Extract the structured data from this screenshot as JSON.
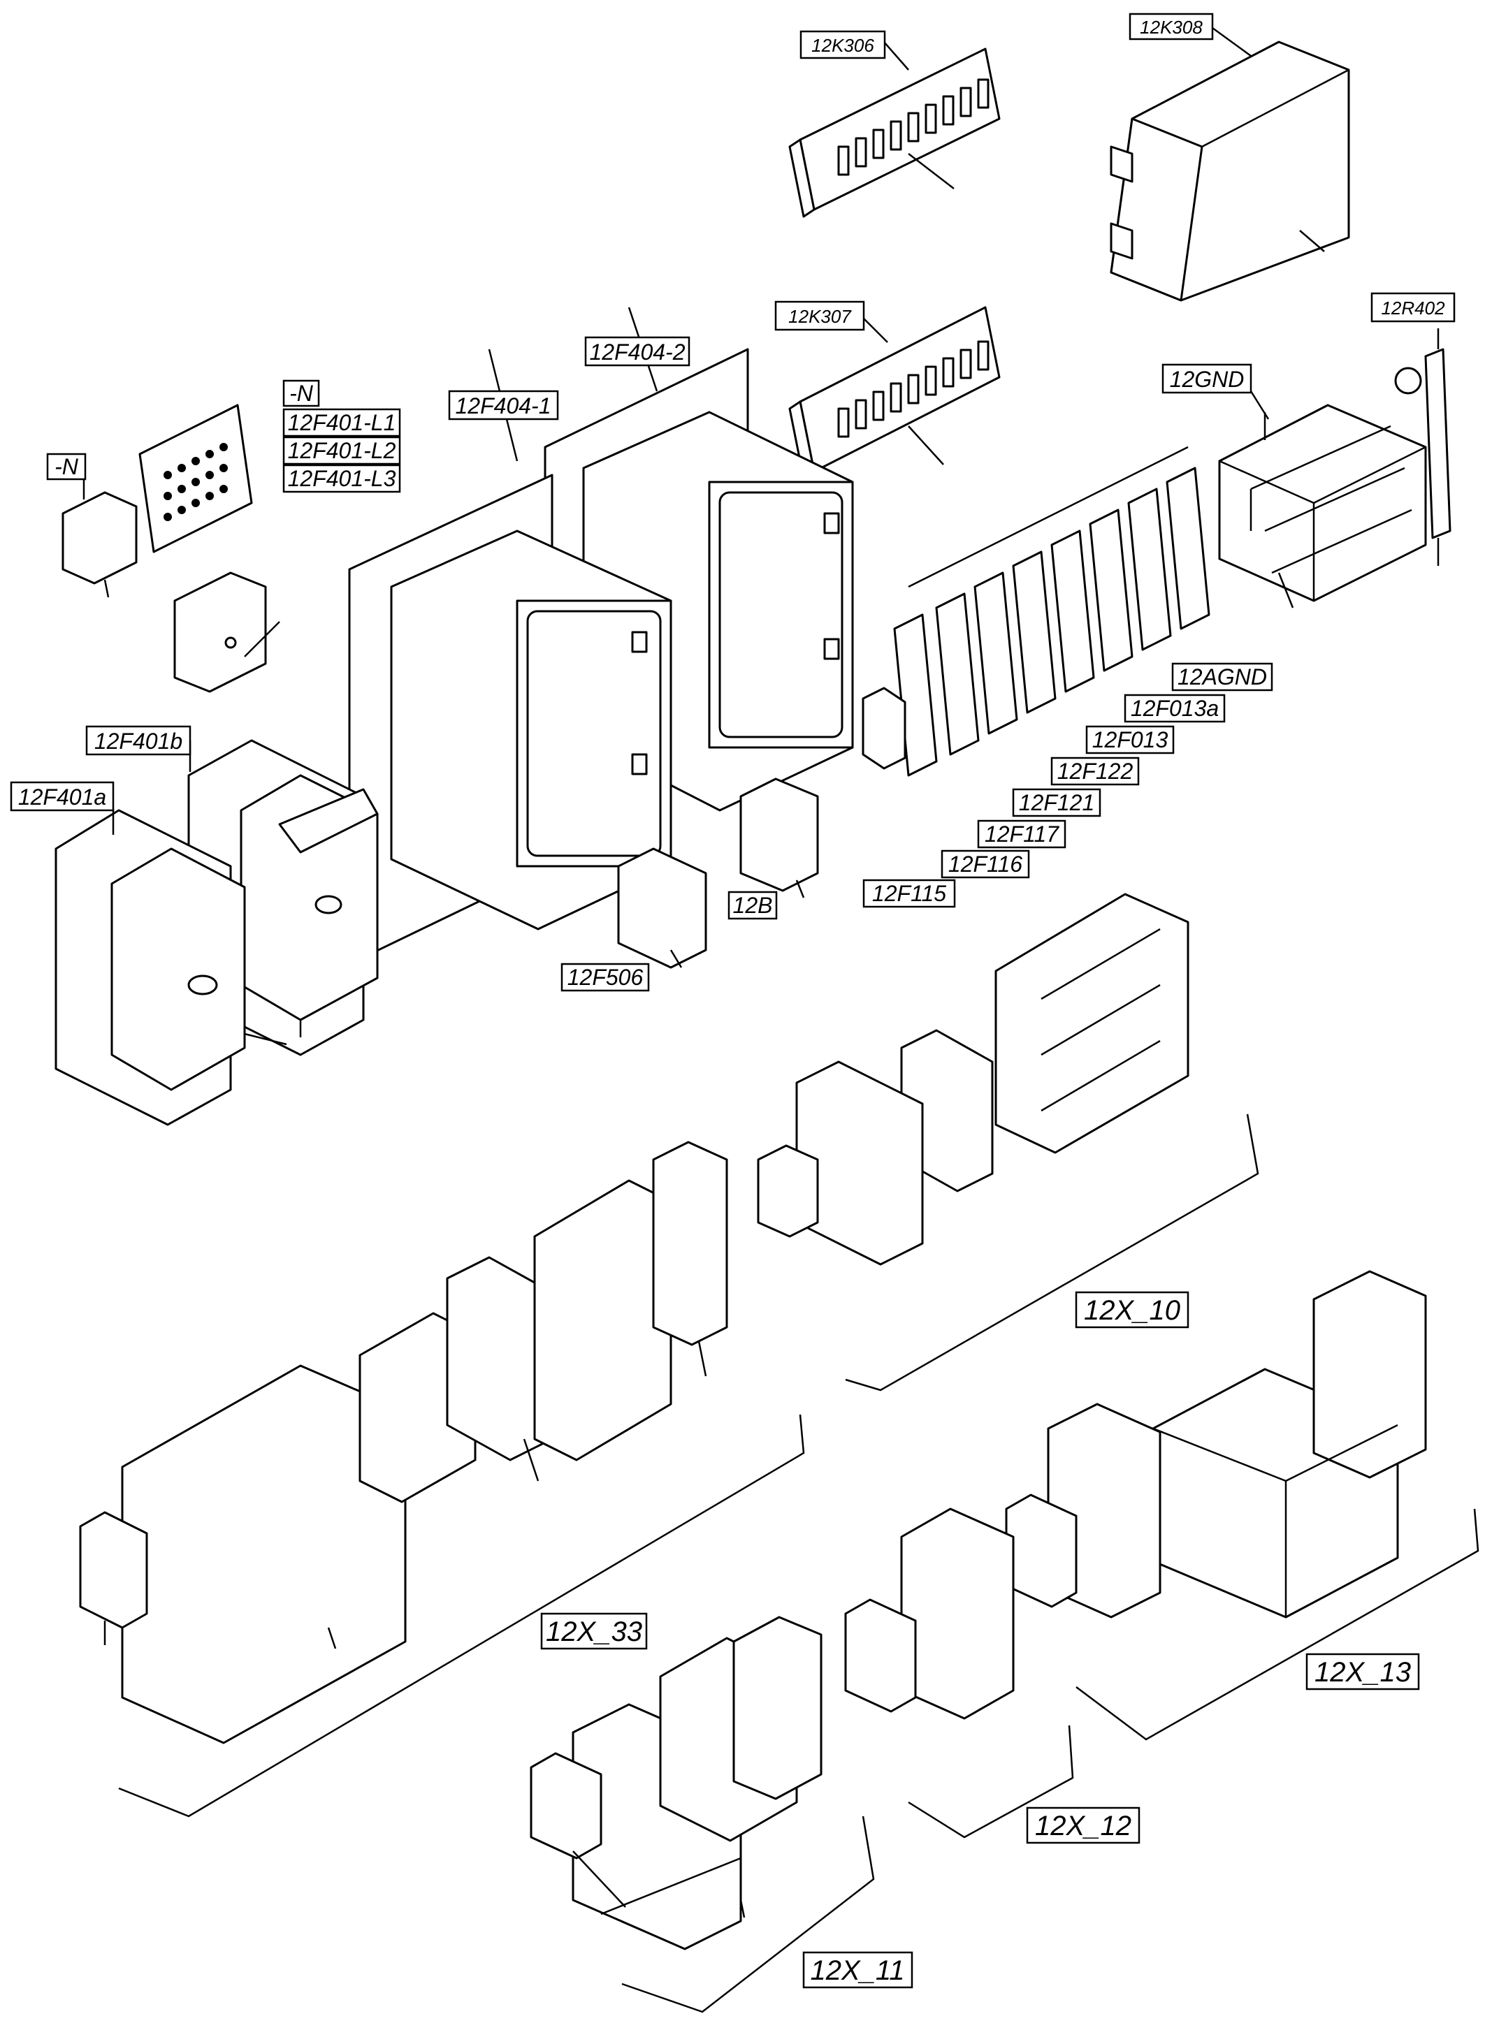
{
  "labels": {
    "k306": "12K306",
    "k308": "12K308",
    "k307": "12K307",
    "r402": "12R402",
    "gnd": "12GND",
    "f404_2": "12F404-2",
    "f404_1": "12F404-1",
    "n_top": "-N",
    "f401_l1": "12F401-L1",
    "f401_l2": "12F401-L2",
    "f401_l3": "12F401-L3",
    "n_left": "-N",
    "f401b": "12F401b",
    "f401a": "12F401a",
    "agnd": "12AGND",
    "f013a": "12F013a",
    "f013": "12F013",
    "f122": "12F122",
    "f121": "12F121",
    "f117": "12F117",
    "f116": "12F116",
    "f115": "12F115",
    "b12": "12B",
    "f506": "12F506",
    "x10": "12X_10",
    "x33": "12X_33",
    "x13": "12X_13",
    "x12": "12X_12",
    "x11": "12X_11"
  }
}
